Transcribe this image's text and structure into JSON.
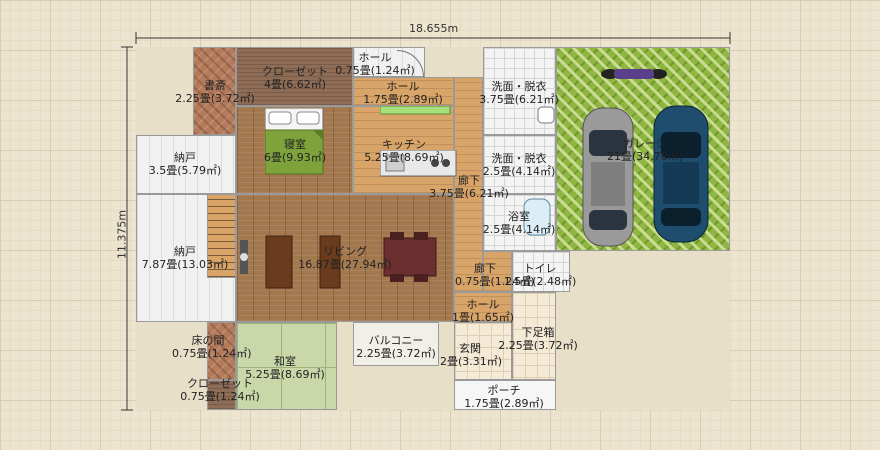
{
  "dimensions": {
    "width": "18.655m",
    "height": "11.375m"
  },
  "rooms": [
    {
      "id": "shosai",
      "name": "書斎",
      "area": "2.25畳(3.72㎡)"
    },
    {
      "id": "closet_top",
      "name": "クローゼット",
      "area": "4畳(6.62㎡)"
    },
    {
      "id": "hall_small",
      "name": "ホール",
      "area": "0.75畳(1.24㎡)"
    },
    {
      "id": "hall_top",
      "name": "ホール",
      "area": "1.75畳(2.89㎡)"
    },
    {
      "id": "senmen1",
      "name": "洗面・脱衣",
      "area": "3.75畳(6.21㎡)"
    },
    {
      "id": "shinshitsu",
      "name": "寝室",
      "area": "6畳(9.93㎡)"
    },
    {
      "id": "kitchen",
      "name": "キッチン",
      "area": "5.25畳(8.69㎡)"
    },
    {
      "id": "nando1",
      "name": "納戸",
      "area": "3.5畳(5.79㎡)"
    },
    {
      "id": "senmen2",
      "name": "洗面・脱衣",
      "area": "2.5畳(4.14㎡)"
    },
    {
      "id": "garage",
      "name": "ガレージ",
      "area": "21畳(34.78㎡)"
    },
    {
      "id": "rouka",
      "name": "廊下",
      "area": "3.75畳(6.21㎡)"
    },
    {
      "id": "yokushitsu",
      "name": "浴室",
      "area": "2.5畳(4.14㎡)"
    },
    {
      "id": "nando2",
      "name": "納戸",
      "area": "7.87畳(13.03㎡)"
    },
    {
      "id": "living",
      "name": "リビング",
      "area": "16.87畳(27.94㎡)"
    },
    {
      "id": "rouka2",
      "name": "廊下",
      "area": "0.75畳(1.24㎡)"
    },
    {
      "id": "toilet",
      "name": "トイレ",
      "area": "1.5畳(2.48㎡)"
    },
    {
      "id": "hall_mid",
      "name": "ホール",
      "area": "1畳(1.65㎡)"
    },
    {
      "id": "tokonoma",
      "name": "床の間",
      "area": "0.75畳(1.24㎡)"
    },
    {
      "id": "balcony",
      "name": "バルコニー",
      "area": "2.25畳(3.72㎡)"
    },
    {
      "id": "shitabako",
      "name": "下足箱",
      "area": "2.25畳(3.72㎡)"
    },
    {
      "id": "washitsu",
      "name": "和室",
      "area": "5.25畳(8.69㎡)"
    },
    {
      "id": "genkan",
      "name": "玄関",
      "area": "2畳(3.31㎡)"
    },
    {
      "id": "closet_bottom",
      "name": "クローゼット",
      "area": "0.75畳(1.24㎡)"
    },
    {
      "id": "porch",
      "name": "ポーチ",
      "area": "1.75畳(2.89㎡)"
    }
  ],
  "colors": {
    "car1": "#9a9a9a",
    "car2": "#1e4d6e",
    "bed": "#7fa33c",
    "table": "#6b2f2f",
    "motorbike": "#5a3f8a"
  }
}
